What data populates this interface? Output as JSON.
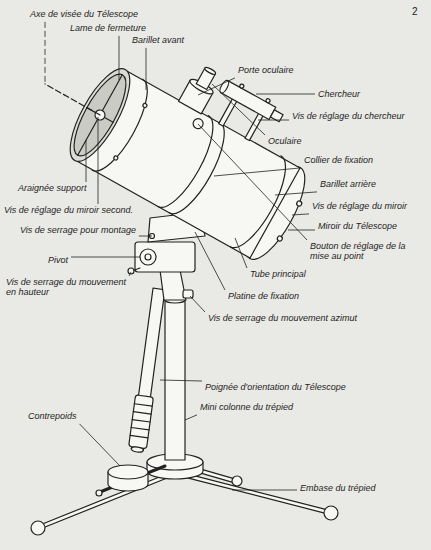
{
  "diagram": {
    "labels": [
      "Axe de visée du Télescope",
      "Lame de fermeture",
      "Barillet avant",
      "Porte oculaire",
      "Chercheur",
      "Vis de réglage du chercheur",
      "Oculaire",
      "Collier de fixation",
      "Barillet arrière",
      "Vis de réglage du miroir",
      "Miroir du Télescope",
      "Bouton de réglage de la mise au point",
      "Tube principal",
      "Araignée support",
      "Vis de réglage du miroir second.",
      "Vis de serrage pour montage",
      "Pivot",
      "Vis de serrage du mouvement en hauteur",
      "Platine de fixation",
      "Vis de serrage du mouvement azimut",
      "Poignée d'orientation du Télescope",
      "Mini colonne du trépied",
      "Contrepoids",
      "Embase du trépied",
      "2"
    ]
  }
}
